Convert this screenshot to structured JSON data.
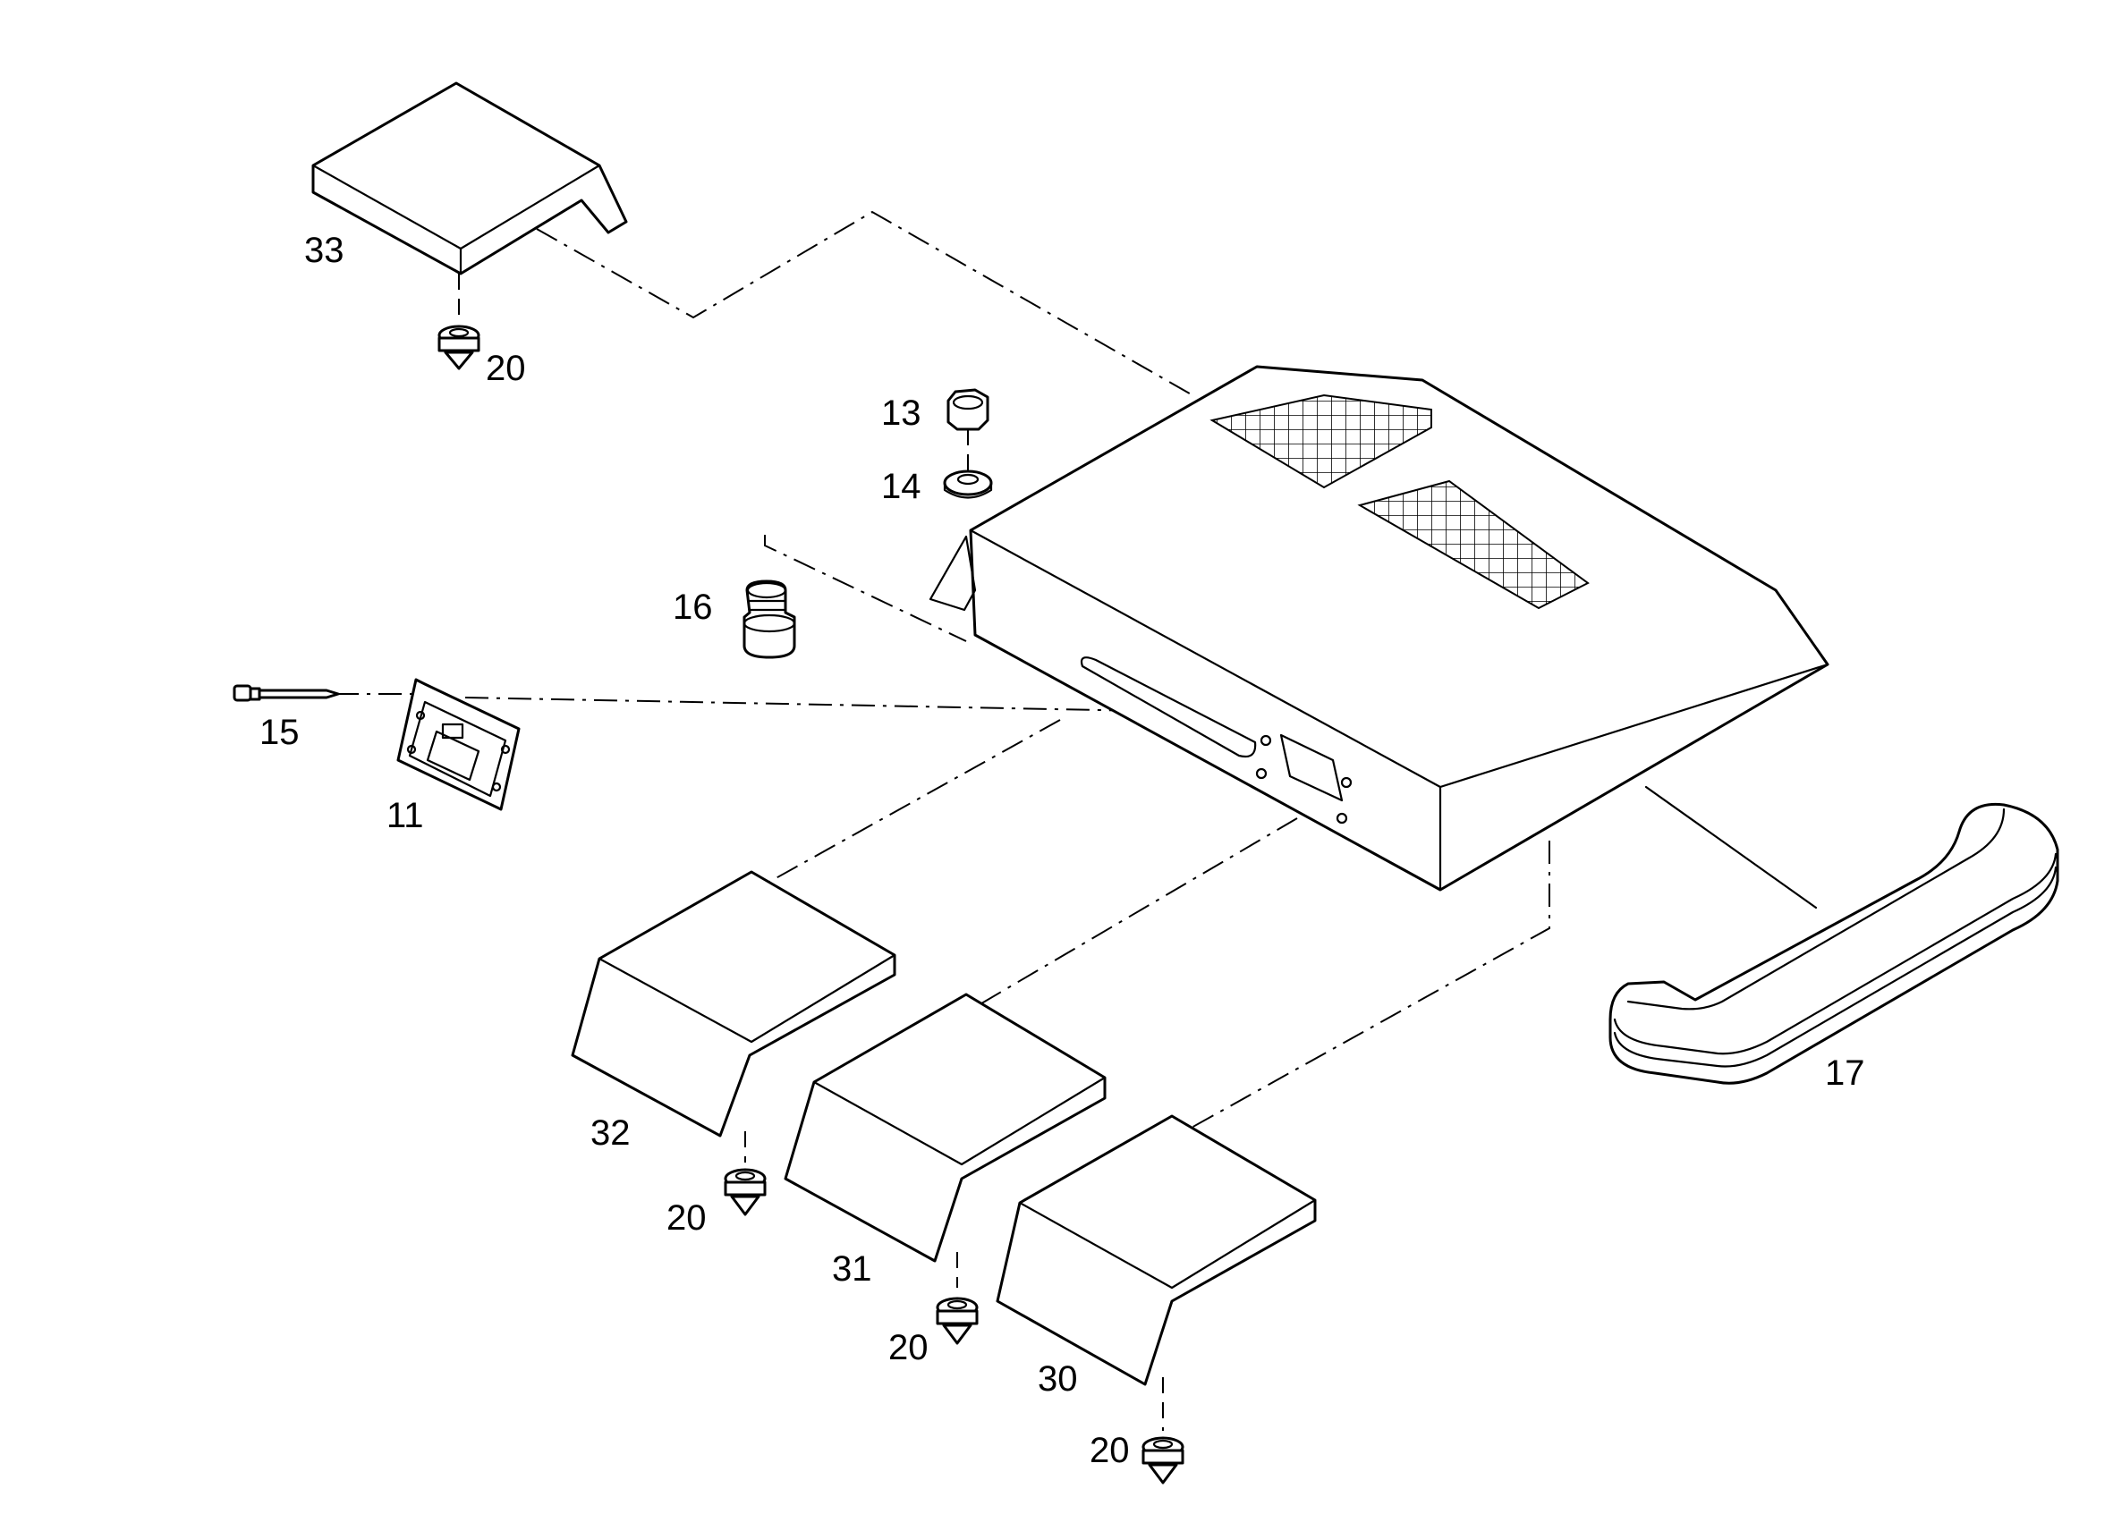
{
  "callouts": {
    "c33": "33",
    "c20_top": "20",
    "c13": "13",
    "c14": "14",
    "c16": "16",
    "c15": "15",
    "c11": "11",
    "c17": "17",
    "c32": "32",
    "c20_32": "20",
    "c31": "31",
    "c20_31": "20",
    "c30": "30",
    "c20_30": "20"
  },
  "colors": {
    "line": "#000000",
    "background": "#ffffff"
  }
}
